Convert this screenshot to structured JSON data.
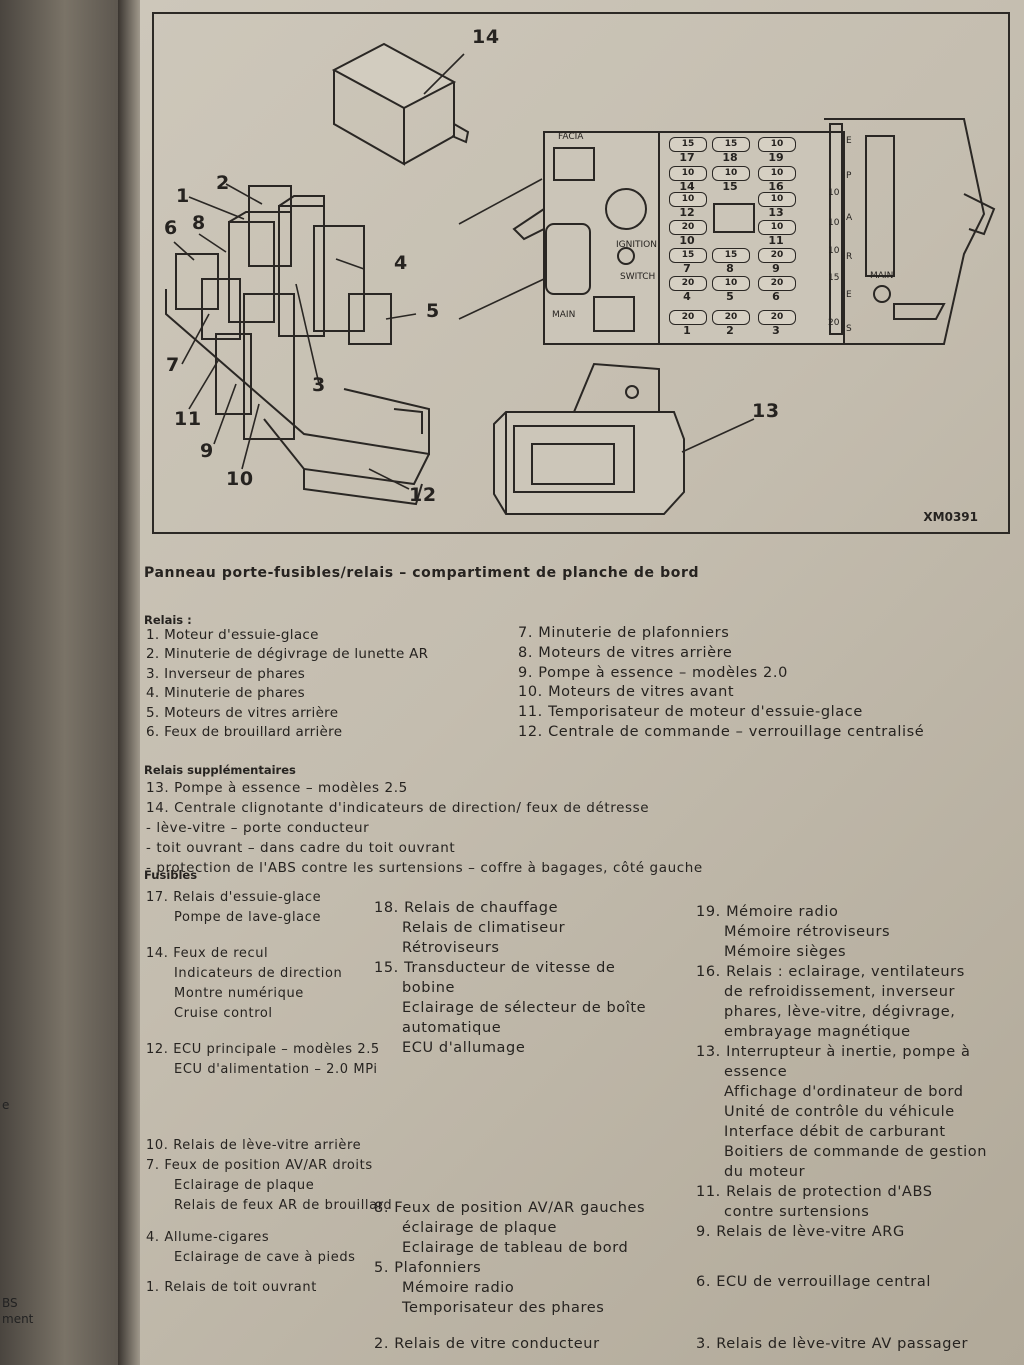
{
  "left_page": {
    "margin_text_1": "e",
    "margin_text_2": "BS",
    "margin_text_3": "ment"
  },
  "figure": {
    "code": "XM0391",
    "callouts": [
      "1",
      "2",
      "3",
      "4",
      "5",
      "6",
      "7",
      "8",
      "9",
      "10",
      "11",
      "12",
      "13",
      "14"
    ],
    "panel": {
      "facia_label": "FACIA",
      "ignition_label": "IGNITION",
      "switch_label": "SWITCH",
      "main_label_left": "MAIN",
      "main_label_right": "MAIN",
      "side_letters": [
        "E",
        "P",
        "A",
        "R",
        "E",
        "S"
      ],
      "fuse_rows": [
        {
          "amps": [
            "15",
            "15",
            "10"
          ],
          "nums": [
            "17",
            "18",
            "19"
          ]
        },
        {
          "amps": [
            "10",
            "10",
            "10"
          ],
          "nums": [
            "14",
            "15",
            "16"
          ]
        },
        {
          "amps": [
            "10",
            "",
            "10"
          ],
          "nums": [
            "12",
            "",
            "13"
          ]
        },
        {
          "amps": [
            "20",
            "",
            "10"
          ],
          "nums": [
            "10",
            "",
            "11"
          ]
        },
        {
          "amps": [
            "15",
            "15",
            "20"
          ],
          "nums": [
            "7",
            "8",
            "9"
          ]
        },
        {
          "amps": [
            "20",
            "10",
            "20"
          ],
          "nums": [
            "4",
            "5",
            "6"
          ]
        },
        {
          "amps": [
            "20",
            "20",
            "20"
          ],
          "nums": [
            "1",
            "2",
            "3"
          ]
        }
      ],
      "side_fuses": [
        "10",
        "10",
        "10",
        "15",
        "20"
      ]
    }
  },
  "caption": "Panneau porte-fusibles/relais – compartiment de planche de bord",
  "relais_heading": "Relais :",
  "relais_left": [
    "1. Moteur d'essuie-glace",
    "2. Minuterie de dégivrage de lunette AR",
    "3. Inverseur de phares",
    "4. Minuterie de phares",
    "5. Moteurs de vitres arrière",
    "6. Feux de brouillard arrière"
  ],
  "relais_right": [
    "7. Minuterie de plafonniers",
    "8. Moteurs de vitres arrière",
    "9. Pompe à essence – modèles 2.0",
    "10. Moteurs de vitres avant",
    "11. Temporisateur de moteur d'essuie-glace",
    "12. Centrale de commande – verrouillage centralisé"
  ],
  "supp_heading": "Relais supplémentaires",
  "supp": [
    "13. Pompe à essence – modèles 2.5",
    "14. Centrale clignotante d'indicateurs de direction/ feux de détresse",
    "- lève-vitre – porte conducteur",
    "- toit ouvrant – dans cadre du toit ouvrant",
    "- protection de l'ABS contre les surtensions – coffre à bagages, côté gauche"
  ],
  "fusibles_heading": "Fusibles",
  "fuses_col1": [
    "17. Relais d'essuie-glace",
    "Pompe de lave-glace",
    "14. Feux de recul",
    "Indicateurs de direction",
    "Montre numérique",
    "Cruise control",
    "12. ECU principale – modèles 2.5",
    "ECU d'alimentation – 2.0 MPi",
    "10. Relais de lève-vitre arrière",
    "7. Feux de position AV/AR droits",
    "Eclairage de plaque",
    "Relais de feux AR de brouillard",
    "4. Allume-cigares",
    "Eclairage de cave à pieds",
    "1. Relais de toit ouvrant"
  ],
  "fuses_col2": [
    "18. Relais de chauffage",
    "Relais de climatiseur",
    "Rétroviseurs",
    "15. Transducteur de vitesse de",
    "bobine",
    "Eclairage de sélecteur de boîte",
    "automatique",
    "ECU d'allumage",
    "8. Feux de position AV/AR gauches",
    "éclairage de plaque",
    "Eclairage de tableau de bord",
    "5. Plafonniers",
    "Mémoire radio",
    "Temporisateur des phares",
    "2. Relais de vitre conducteur"
  ],
  "fuses_col3": [
    "19. Mémoire radio",
    "Mémoire rétroviseurs",
    "Mémoire sièges",
    "16. Relais : eclairage, ventilateurs",
    "de refroidissement, inverseur",
    "phares, lève-vitre, dégivrage,",
    "embrayage magnétique",
    "13. Interrupteur à inertie, pompe à",
    "essence",
    "Affichage d'ordinateur de bord",
    "Unité de contrôle du véhicule",
    "Interface débit de carburant",
    "Boitiers de commande de gestion",
    "du moteur",
    "11. Relais de protection d'ABS",
    "contre surtensions",
    "9. Relais de lève-vitre ARG",
    "6. ECU de verrouillage central",
    "3. Relais de lève-vitre AV passager"
  ]
}
